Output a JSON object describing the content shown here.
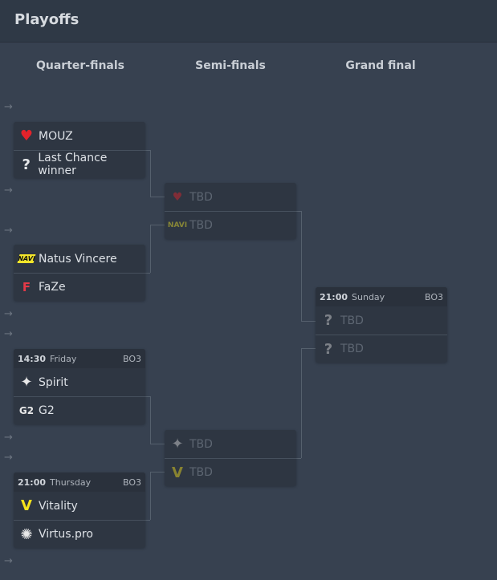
{
  "header": {
    "title": "Playoffs"
  },
  "columns": [
    "Quarter-finals",
    "Semi-finals",
    "Grand final"
  ],
  "arrow": "→",
  "quarterfinals": [
    {
      "teams": [
        {
          "name": "MOUZ",
          "icon": "mouz-logo-icon"
        },
        {
          "name": "Last Chance winner",
          "icon": "question-icon"
        }
      ]
    },
    {
      "teams": [
        {
          "name": "Natus Vincere",
          "icon": "navi-logo-icon"
        },
        {
          "name": "FaZe",
          "icon": "faze-logo-icon"
        }
      ]
    },
    {
      "time": "14:30",
      "day": "Friday",
      "format": "BO3",
      "teams": [
        {
          "name": "Spirit",
          "icon": "spirit-logo-icon"
        },
        {
          "name": "G2",
          "icon": "g2-logo-icon"
        }
      ]
    },
    {
      "time": "21:00",
      "day": "Thursday",
      "format": "BO3",
      "teams": [
        {
          "name": "Vitality",
          "icon": "vitality-logo-icon"
        },
        {
          "name": "Virtus.pro",
          "icon": "virtuspro-logo-icon"
        }
      ]
    }
  ],
  "semifinals": [
    {
      "teams": [
        {
          "name": "TBD"
        },
        {
          "name": "TBD"
        }
      ]
    },
    {
      "teams": [
        {
          "name": "TBD"
        },
        {
          "name": "TBD"
        }
      ]
    }
  ],
  "final": {
    "time": "21:00",
    "day": "Sunday",
    "format": "BO3",
    "teams": [
      {
        "name": "TBD"
      },
      {
        "name": "TBD"
      }
    ]
  }
}
